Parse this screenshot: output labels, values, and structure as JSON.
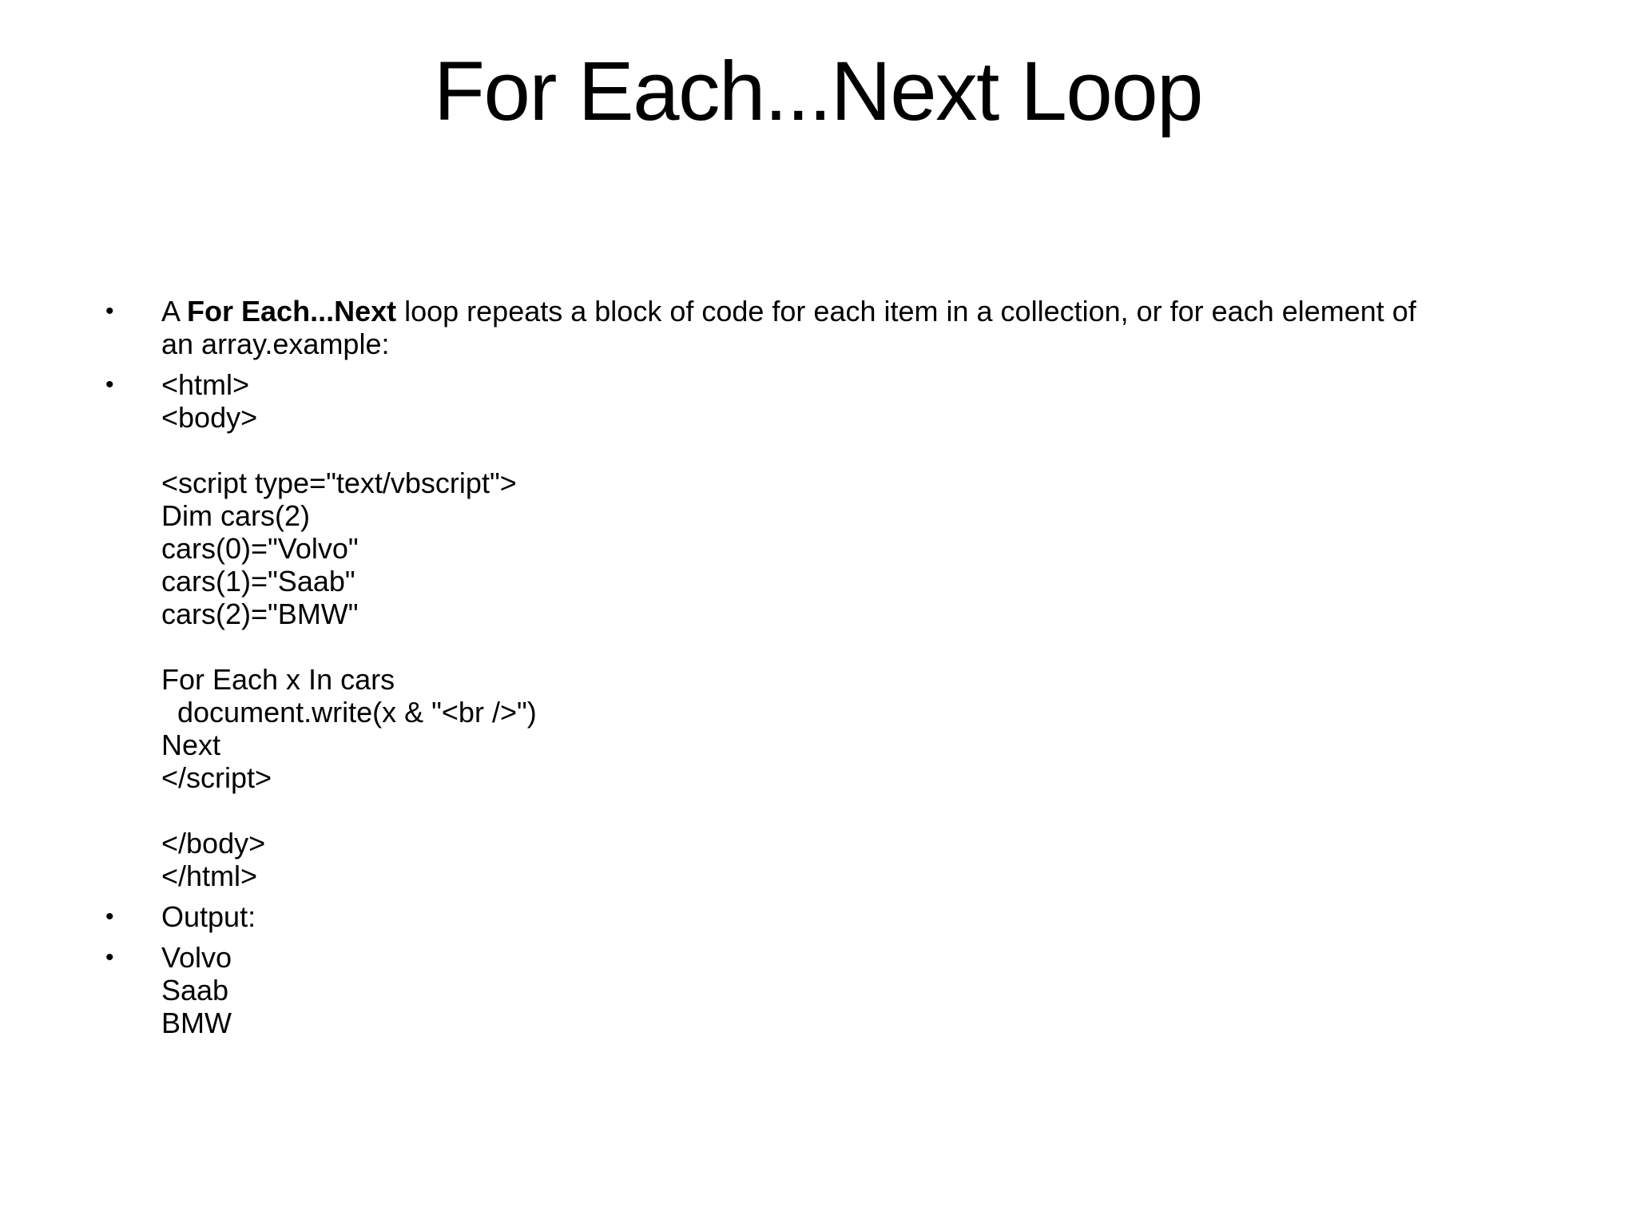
{
  "slide": {
    "title": "For Each...Next Loop",
    "bullet_char": "•",
    "intro": {
      "pre": "A ",
      "bold": "For Each...Next",
      "post": " loop repeats a block of code for each item in a collection, or for each element of\nan array.example:"
    },
    "code": "<html>\n<body>\n\n<script type=\"text/vbscript\">\nDim cars(2)\ncars(0)=\"Volvo\"\ncars(1)=\"Saab\"\ncars(2)=\"BMW\"\n\nFor Each x In cars\n  document.write(x & \"<br />\")\nNext\n</script>\n\n</body>\n</html>",
    "output_label": "Output:",
    "output_values": "Volvo\nSaab\nBMW"
  },
  "colors": {
    "background": "#ffffff",
    "text": "#000000"
  }
}
